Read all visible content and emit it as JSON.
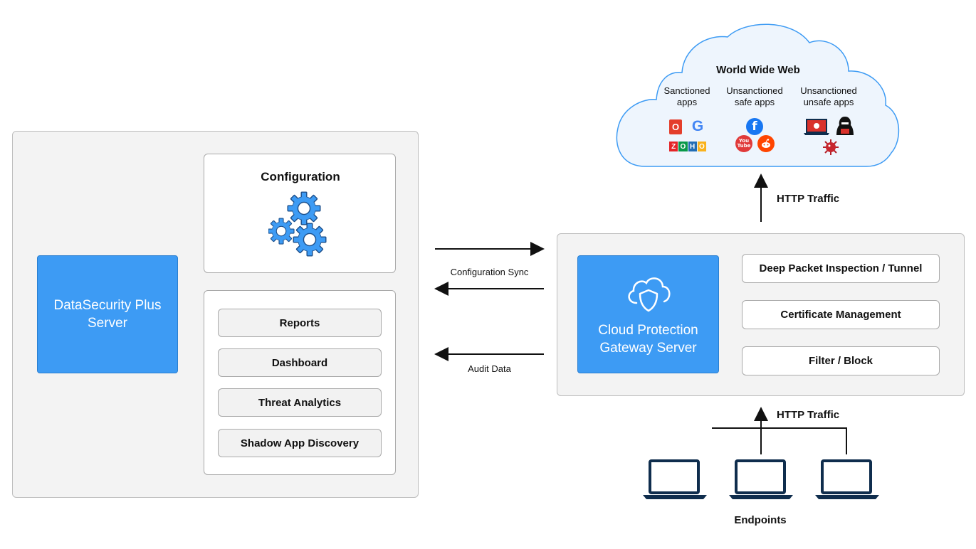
{
  "left_server": {
    "title": "DataSecurity Plus\nServer",
    "configuration_label": "Configuration",
    "modules": [
      "Reports",
      "Dashboard",
      "Threat Analytics",
      "Shadow App Discovery"
    ]
  },
  "links": {
    "config_sync": "Configuration Sync",
    "audit_data": "Audit Data",
    "http_traffic_top": "HTTP Traffic",
    "http_traffic_bottom": "HTTP Traffic"
  },
  "gateway": {
    "title": "Cloud Protection\nGateway Server",
    "functions": [
      "Deep Packet Inspection / Tunnel",
      "Certificate Management",
      "Filter / Block"
    ]
  },
  "cloud": {
    "title": "World Wide Web",
    "groups": [
      {
        "label": "Sanctioned\napps",
        "icons": [
          "office-icon",
          "google-icon",
          "zoho-logo"
        ]
      },
      {
        "label": "Unsanctioned\nsafe apps",
        "icons": [
          "facebook-icon",
          "youtube-icon",
          "reddit-icon"
        ]
      },
      {
        "label": "Unsanctioned\nunsafe apps",
        "icons": [
          "malicious-laptop-icon",
          "hacker-icon",
          "virus-icon"
        ]
      }
    ],
    "zoho_text": "ZOHO",
    "icon_letters": {
      "office": "O",
      "google": "G",
      "facebook": "f",
      "youtube": "You\nTube"
    }
  },
  "endpoints_label": "Endpoints",
  "colors": {
    "primary_blue": "#3d9bf4",
    "dark_navy": "#0f2d4d",
    "panel_gray": "#f3f3f3"
  }
}
